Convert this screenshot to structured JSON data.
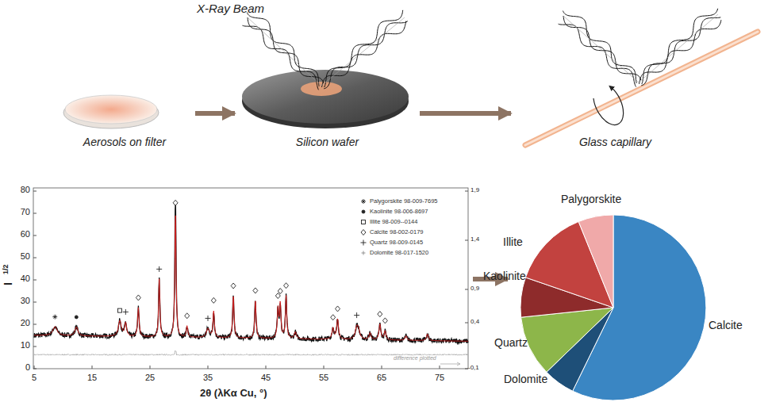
{
  "diagram": {
    "nodes": [
      {
        "text": [
          "Aerosols on filter"
        ]
      },
      {
        "text": [
          "Silicon wafer"
        ]
      },
      {
        "text": [
          "Glass capillary"
        ]
      }
    ],
    "edges": [
      {
        "from": 0,
        "to": 1,
        "arrow": "to"
      },
      {
        "from": 1,
        "to": 2,
        "arrow": "to"
      }
    ],
    "labels": [
      "X-Ray Beam",
      "0",
      "10",
      "20",
      "30",
      "40",
      "50",
      "60",
      "70",
      "80",
      "I",
      "1/2",
      "5",
      "15",
      "25",
      "35",
      "45",
      "55",
      "65",
      "75",
      "2θ (λKα Cu, °)",
      "1,9",
      "1,4",
      "0,9",
      "0,4",
      "-0,1",
      "difference plotted",
      "Palygorskite",
      "Illite",
      "Kaolinite",
      "Quartz",
      "Dolomite",
      "Calcite"
    ],
    "legend": [
      {
        "text": "Palygorskite 98-009-7695"
      },
      {
        "text": "Kaolinite 98-006-8697"
      },
      {
        "text": "Illite 98-009--0144"
      },
      {
        "text": "Calcite 98-002-0179"
      },
      {
        "text": "Quartz 98-009-0145"
      },
      {
        "text": "Dolomite 98-017-1520"
      }
    ]
  }
}
